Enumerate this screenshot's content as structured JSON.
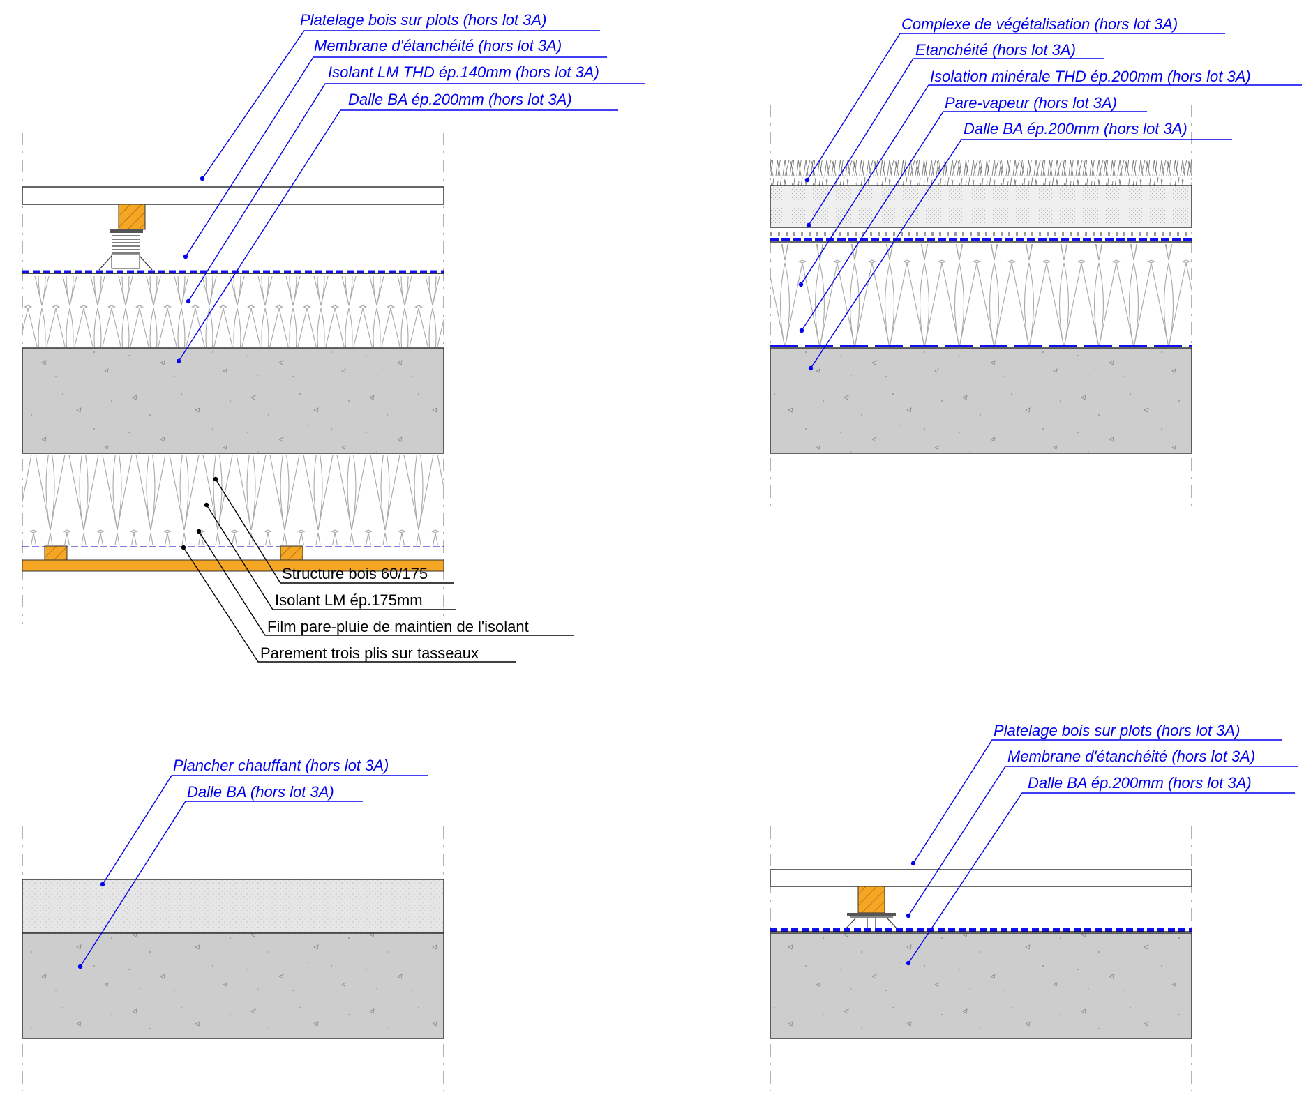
{
  "colors": {
    "label_blue": "#0000ee",
    "label_black": "#000000",
    "concrete": "#cdcdcd",
    "screed": "#e6e6e6",
    "wood": "#f5a623",
    "membrane": "#1010ee",
    "insulation_line": "#a8a8a8"
  },
  "details": [
    {
      "id": "detail-1",
      "labels": [
        "Platelage bois sur plots (hors lot 3A)",
        "Membrane d'étanchéité (hors lot 3A)",
        "Isolant LM THD ép.140mm (hors lot 3A)",
        "Dalle BA  ép.200mm (hors lot 3A)"
      ],
      "underside_labels": [
        "Structure bois 60/175",
        "Isolant LM ép.175mm",
        "Film pare-pluie de maintien de l'isolant",
        "Parement trois plis sur tasseaux"
      ]
    },
    {
      "id": "detail-2",
      "labels": [
        "Complexe de végétalisation (hors lot 3A)",
        "Etanchéité (hors lot 3A)",
        "Isolation minérale THD ép.200mm (hors lot 3A)",
        "Pare-vapeur (hors lot 3A)",
        "Dalle BA  ép.200mm (hors lot 3A)"
      ]
    },
    {
      "id": "detail-3",
      "labels": [
        "Plancher chauffant (hors lot 3A)",
        "Dalle BA (hors lot 3A)"
      ]
    },
    {
      "id": "detail-4",
      "labels": [
        "Platelage bois sur plots (hors lot 3A)",
        "Membrane d'étanchéité (hors lot 3A)",
        "Dalle BA  ép.200mm (hors lot 3A)"
      ]
    }
  ]
}
